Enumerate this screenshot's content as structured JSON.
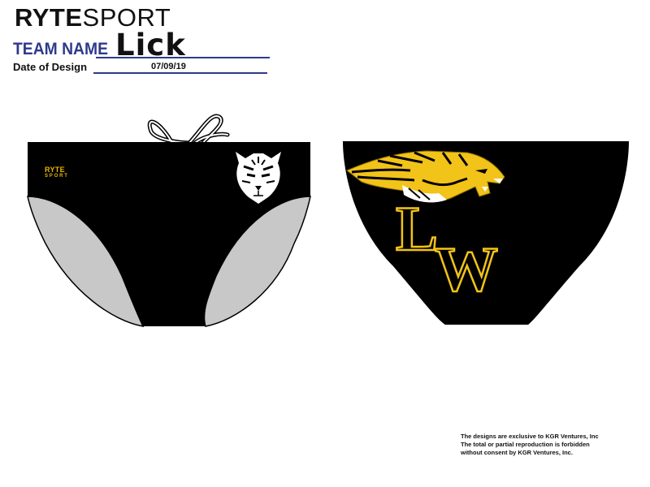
{
  "header": {
    "brand_bold": "RYTE",
    "brand_light": "SPORT",
    "team_name_label": "TEAM NAME",
    "team_name_value": "Lick",
    "date_label": "Date of Design",
    "date_value": "07/09/19"
  },
  "front_design": {
    "logo_line1": "RYTE",
    "logo_line2": "SPORT",
    "mascot_icon": "white-tiger-face-icon"
  },
  "back_design": {
    "mascot_icon": "yellow-tiger-head-icon",
    "monogram_letter1": "L",
    "monogram_letter2": "W"
  },
  "colors": {
    "suit": "#000000",
    "lining": "#c8c8c8",
    "gold": "#f2c318",
    "title_blue": "#2e3a8c"
  },
  "footer": {
    "lines": [
      "The designs are exclusive to KGR Ventures, Inc",
      "The total or partial reproduction is forbidden",
      "without consent by KGR Ventures, Inc."
    ]
  }
}
